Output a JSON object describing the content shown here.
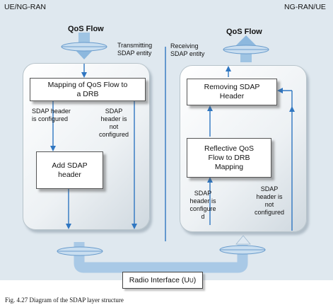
{
  "diagram": {
    "corner_left": "UE/NG-RAN",
    "corner_right": "NG-RAN/UE",
    "tx": {
      "flow_label": "QoS Flow",
      "entity_label": [
        "Transmitting",
        "SDAP entity"
      ],
      "mapping_box": [
        "Mapping of QoS Flow to",
        "a DRB"
      ],
      "configured_label": [
        "SDAP header",
        "is configured"
      ],
      "not_configured_label": [
        "SDAP",
        "header is",
        "not",
        "configured"
      ],
      "add_header_box": [
        "Add SDAP",
        "header"
      ]
    },
    "rx": {
      "entity_label": [
        "Receiving",
        "SDAP entity"
      ],
      "flow_label": "QoS Flow",
      "remove_header_box": [
        "Removing SDAP",
        "Header"
      ],
      "reflective_box": [
        "Reflective QoS",
        "Flow to DRB",
        "Mapping"
      ],
      "configured_label": [
        "SDAP",
        "header is",
        "configure",
        "d"
      ],
      "not_configured_label": [
        "SDAP",
        "header is",
        "not",
        "configured"
      ]
    },
    "radio_interface": "Radio Interface (U",
    "radio_interface_sub": "U",
    "radio_interface_close": ")",
    "colors": {
      "flow_fill": "#9fc4e3",
      "line_blue": "#2f76c1",
      "panel_border": "#b7c3ca",
      "background": "#dfe8ef"
    }
  },
  "caption": "Fig. 4.27 Diagram of the SDAP layer structure"
}
